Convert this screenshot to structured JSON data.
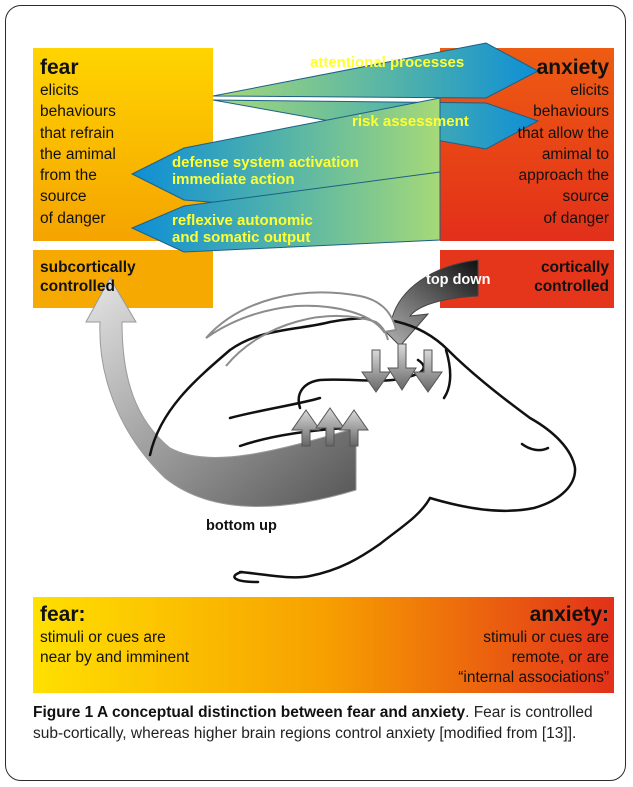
{
  "panel": {
    "left": {
      "title": "fear",
      "text": "elicits\nbehaviours\nthat refrain\nthe amimal\nfrom the\nsource\nof danger",
      "control": "subcortically\ncontrolled",
      "color_top": "#ffd200",
      "color_bottom": "#f5a800"
    },
    "right": {
      "title": "anxiety",
      "text": "elicits\nbehaviours\nthat allow the\namimal to\napproach the\nsource\nof danger",
      "control": "cortically\ncontrolled",
      "color_top": "#ee5a12",
      "color_bottom": "#e33019"
    }
  },
  "processes": [
    {
      "label": "attentional processes",
      "direction": "right"
    },
    {
      "label": "risk assessment",
      "direction": "right"
    },
    {
      "label": "defense system activation\nimmediate action",
      "direction": "left"
    },
    {
      "label": "reflexive autonomic\nand somatic output",
      "direction": "left"
    }
  ],
  "flow": {
    "top_down": "top down",
    "bottom_up": "bottom up"
  },
  "bottom_bar": {
    "left_title": "fear:",
    "left_text": "stimuli or cues are\nnear by and imminent",
    "right_title": "anxiety:",
    "right_text": "stimuli or cues are\nremote, or are\n“internal associations”"
  },
  "caption": {
    "title": "Figure 1 A conceptual distinction between fear and anxiety",
    "text": ". Fear is controlled sub-cortically, whereas higher brain regions control anxiety [modified from [13]]."
  },
  "colors": {
    "arrow_blue": "#0f8fd6",
    "arrow_green": "#8ecf74",
    "label_yellow": "#ffff33",
    "fear_yellow": "#ffd200",
    "anxiety_red": "#e33019"
  }
}
